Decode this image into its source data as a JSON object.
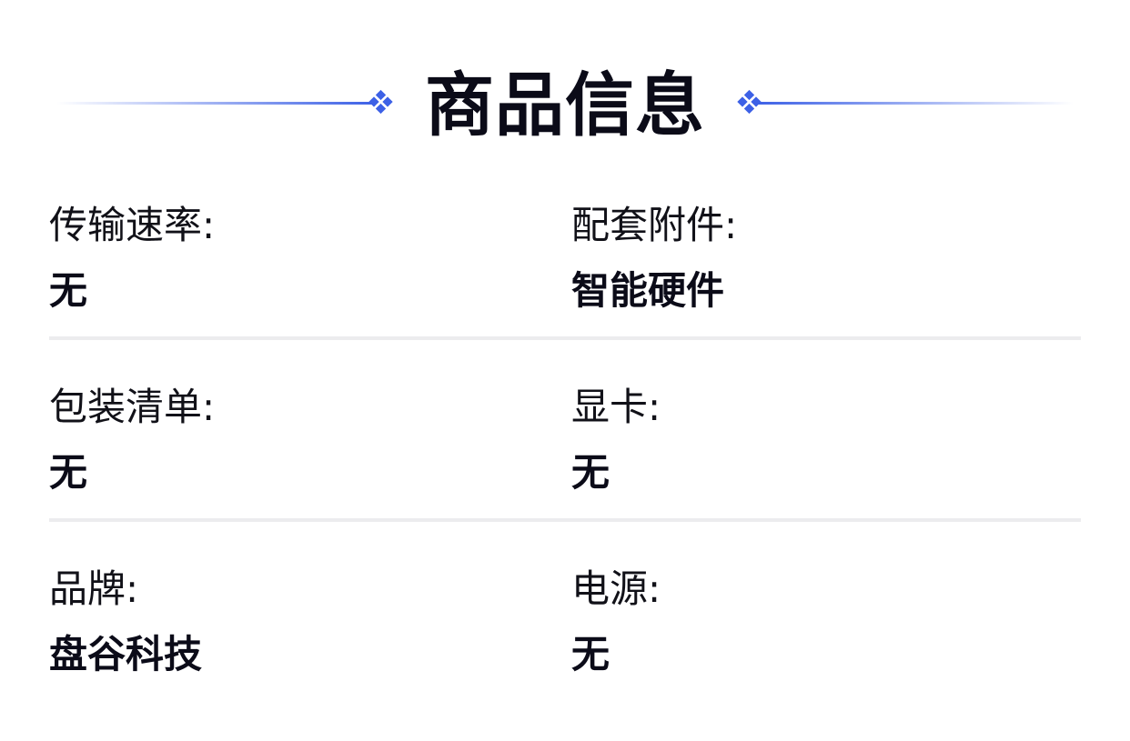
{
  "header": {
    "title": "商品信息",
    "accent_color": "#3d61e6",
    "ornament_icon": "diamond-cluster-icon"
  },
  "rows": [
    {
      "cells": [
        {
          "label": "传输速率:",
          "value": "无"
        },
        {
          "label": "配套附件:",
          "value": "智能硬件"
        }
      ]
    },
    {
      "cells": [
        {
          "label": "包装清单:",
          "value": "无"
        },
        {
          "label": "显卡:",
          "value": "无"
        }
      ]
    },
    {
      "cells": [
        {
          "label": "品牌:",
          "value": "盘谷科技"
        },
        {
          "label": "电源:",
          "value": "无"
        }
      ]
    }
  ]
}
